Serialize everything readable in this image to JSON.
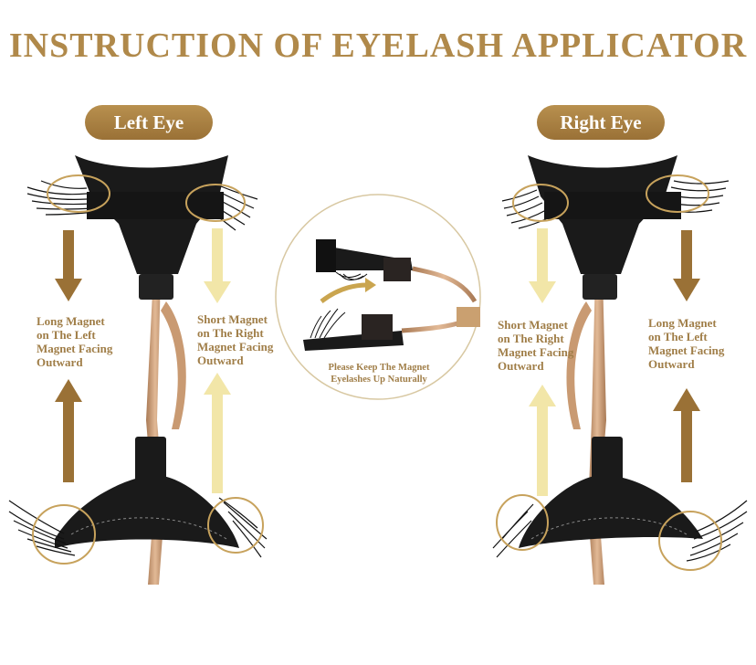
{
  "title": "INSTRUCTION OF EYELASH APPLICATOR",
  "left_eye": {
    "label": "Left Eye",
    "long_magnet": [
      "Long Magnet",
      "on The Left",
      "Magnet Facing",
      "Outward"
    ],
    "short_magnet": [
      "Short Magnet",
      "on The Right",
      "Magnet Facing",
      "Outward"
    ]
  },
  "right_eye": {
    "label": "Right Eye",
    "short_magnet": [
      "Short Magnet",
      "on The Right",
      "Magnet Facing",
      "Outward"
    ],
    "long_magnet": [
      "Long Magnet",
      "on The Left",
      "Magnet Facing",
      "Outward"
    ]
  },
  "center_caption": [
    "Please Keep The Magnet",
    "Eyelashes Up Naturally"
  ],
  "colors": {
    "gold": "#b0894a",
    "gold_dark": "#8a6a35",
    "gold_light": "#f2e6a8",
    "applicator": "#1a1a1a",
    "rose_gold": "#c99a72"
  }
}
